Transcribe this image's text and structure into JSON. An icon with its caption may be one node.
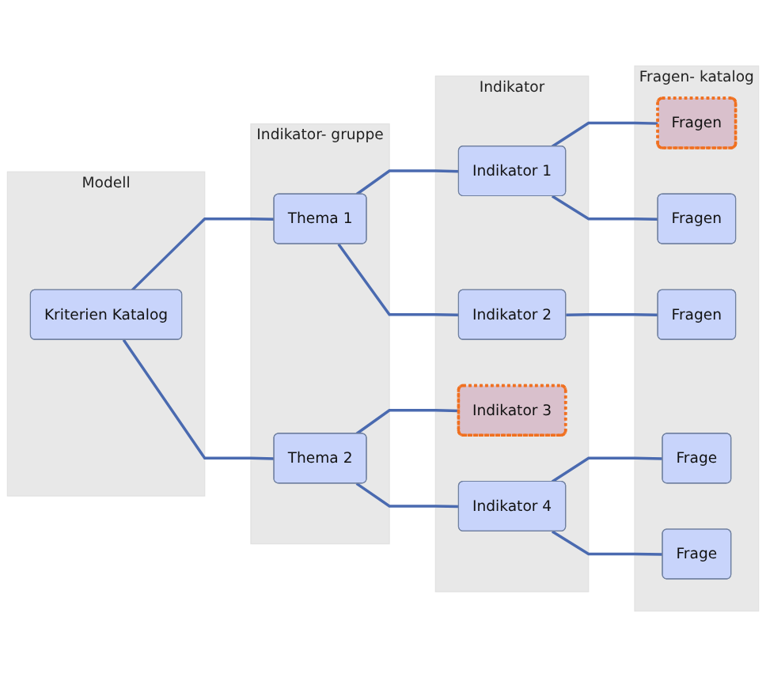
{
  "diagram": {
    "nodes": [
      {
        "text": [
          "Modell"
        ]
      },
      {
        "text": [
          "Kriterien Katalog"
        ],
        "in": 0
      },
      {
        "text": [
          "Indikator- gruppe"
        ]
      },
      {
        "text": [
          "Thema 1"
        ],
        "in": 2
      },
      {
        "text": [
          "Thema 2"
        ],
        "in": 2
      },
      {
        "text": [
          "Indikator"
        ]
      },
      {
        "text": [
          "Indikator 1"
        ],
        "in": 5
      },
      {
        "text": [
          "Indikator 2"
        ],
        "in": 5
      },
      {
        "text": [
          "Indikator 3"
        ],
        "in": 5
      },
      {
        "text": [
          "Indikator 4"
        ],
        "in": 5
      },
      {
        "text": [
          "Fragen- katalog"
        ]
      },
      {
        "text": [
          "Fragen"
        ],
        "in": 10
      },
      {
        "text": [
          "Fragen"
        ],
        "in": 10
      },
      {
        "text": [
          "Fragen"
        ],
        "in": 10
      },
      {
        "text": [
          "Frage"
        ],
        "in": 10
      },
      {
        "text": [
          "Frage"
        ],
        "in": 10
      }
    ],
    "edges": [
      {
        "from": 1,
        "to": 3,
        "arrow": "none"
      },
      {
        "from": 1,
        "to": 4,
        "arrow": "none"
      },
      {
        "from": 3,
        "to": 6,
        "arrow": "none"
      },
      {
        "from": 3,
        "to": 7,
        "arrow": "none"
      },
      {
        "from": 4,
        "to": 8,
        "arrow": "none"
      },
      {
        "from": 4,
        "to": 9,
        "arrow": "none"
      },
      {
        "from": 6,
        "to": 11,
        "arrow": "none"
      },
      {
        "from": 6,
        "to": 12,
        "arrow": "none"
      },
      {
        "from": 7,
        "to": 13,
        "arrow": "none"
      },
      {
        "from": 9,
        "to": 14,
        "arrow": "none"
      },
      {
        "from": 9,
        "to": 15,
        "arrow": "none"
      }
    ]
  }
}
